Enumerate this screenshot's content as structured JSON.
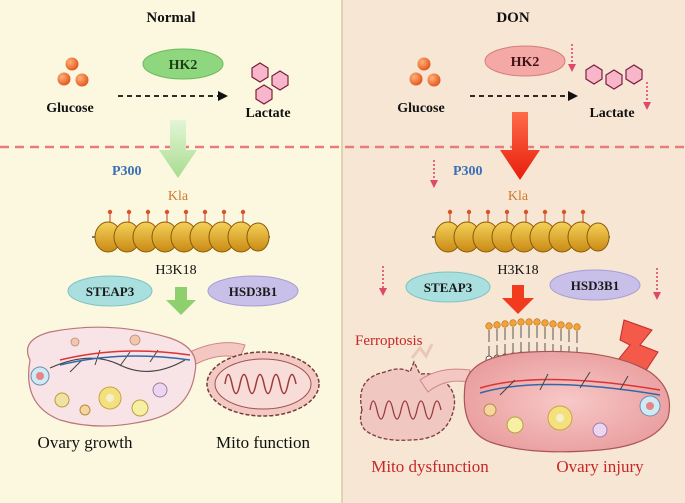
{
  "panels": {
    "normal": {
      "title": "Normal",
      "hk2": "HK2",
      "glucose": "Glucose",
      "lactate": "Lactate",
      "p300": "P300",
      "kla": "Kla",
      "h3k18": "H3K18",
      "steap3": "STEAP3",
      "hsd3b1": "HSD3B1",
      "outcome_left": "Ovary growth",
      "outcome_right": "Mito function"
    },
    "don": {
      "title": "DON",
      "hk2": "HK2",
      "glucose": "Glucose",
      "lactate": "Lactate",
      "p300": "P300",
      "kla": "Kla",
      "h3k18": "H3K18",
      "steap3": "STEAP3",
      "hsd3b1": "HSD3B1",
      "ferroptosis": "Ferroptosis",
      "outcome_left": "Mito dysfunction",
      "outcome_right": "Ovary injury"
    }
  },
  "colors": {
    "normal_bg": "#FBF8DF",
    "don_bg": "#F7E6D3",
    "divider": "#E87C7C",
    "hk2_normal": "#8FD77F",
    "hk2_don": "#F4A9A6",
    "steap3": "#A9E0DF",
    "hsd3b1": "#C9C0EA",
    "p300": "#3A6FB5",
    "kla": "#D07A2E",
    "arrow_normal": "#B9E3A5",
    "arrow_don": "#F23A1E",
    "red_text": "#C62828"
  }
}
